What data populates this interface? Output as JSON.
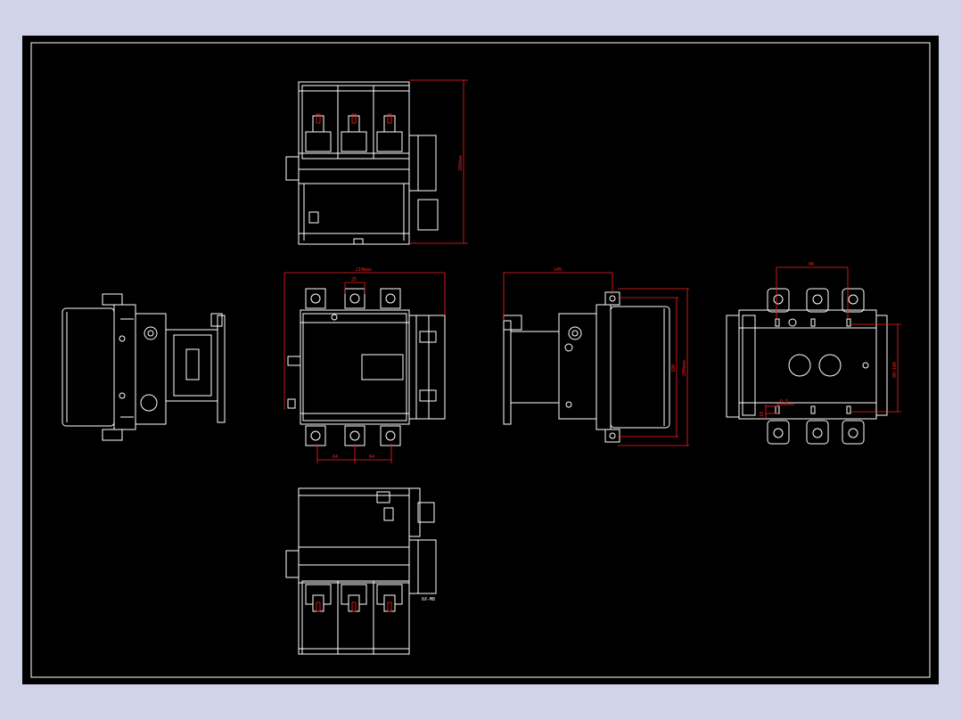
{
  "colors": {
    "window_background": "#d1d3e8",
    "canvas": "#000000",
    "geometry": "#ffffff",
    "dimension": "#ff2020"
  },
  "views": {
    "top": "top-view",
    "left": "left-side-view",
    "front": "front-view",
    "right": "right-side-view",
    "rear": "rear-view",
    "bottom": "bottom-view"
  },
  "dimensions": {
    "top_height": "280max",
    "front_width": "210max",
    "front_pole_top": "25",
    "front_pole_bottom_1": "64",
    "front_pole_bottom_2": "64",
    "side_depth": "145",
    "side_height_1": "180",
    "side_height_2": "200max",
    "rear_width": "96",
    "rear_hole_span": "80~100",
    "rear_hole_small_1": "10",
    "rear_hole_small_2": "6.5",
    "bottom_note": "6X-M8"
  }
}
